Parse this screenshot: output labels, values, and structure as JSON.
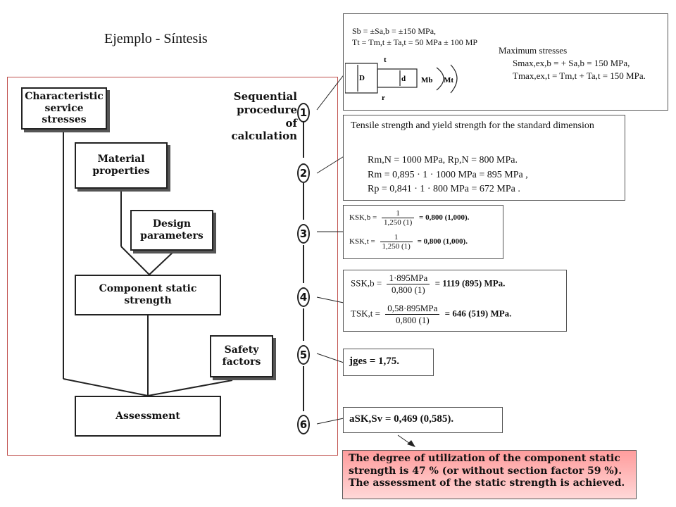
{
  "title": "Ejemplo - Síntesis",
  "flowchart": {
    "characteristic": "Characteristic service stresses",
    "material": "Material properties",
    "design": "Design parameters",
    "component": "Component static strength",
    "safety": "Safety factors",
    "assessment": "Assessment"
  },
  "sequence": {
    "title": "Sequential procedure of calculation",
    "steps": [
      "1",
      "2",
      "3",
      "4",
      "5",
      "6"
    ]
  },
  "panel1": {
    "line1": "Sb = ±Sa,b = ±150 MPa,",
    "line2": "Tt = Tm,t ± Ta,t = 50 MPa ± 100 MP",
    "heading": "Maximum stresses",
    "eq1": "Smax,ex,b = + Sa,b = 150 MPa,",
    "eq2": "Tmax,ex,t = Tm,t + Ta,t = 150 MPa.",
    "sketch": {
      "t": "t",
      "D": "D",
      "d": "d",
      "r": "r",
      "Mb": "Mb",
      "Mt": "Mt"
    }
  },
  "panel2": {
    "heading": "Tensile strength and yield strength for the standard dimension",
    "eq1": "Rm,N = 1000 MPa,  Rp,N = 800 MPa.",
    "eq2": "Rm = 0,895 · 1 · 1000 MPa = 895 MPa ,",
    "eq3": "Rp = 0,841 · 1 · 800 MPa = 672 MPa ."
  },
  "panel3": {
    "k1_lhs": "KSK,b =",
    "k1_num": "1",
    "k1_den": "1,250 (1)",
    "k1_rhs": "= 0,800  (1,000).",
    "k2_lhs": "KSK,t =",
    "k2_num": "1",
    "k2_den": "1,250 (1)",
    "k2_rhs": "= 0,800  (1,000)."
  },
  "panel4": {
    "s_lhs": "SSK,b =",
    "s_num": "1·895MPa",
    "s_den": "0,800 (1)",
    "s_rhs": "= 1119  (895) MPa.",
    "t_lhs": "TSK,t =",
    "t_num": "0,58·895MPa",
    "t_den": "0,800 (1)",
    "t_rhs": "= 646  (519) MPa."
  },
  "panel5": {
    "eq": "jges = 1,75."
  },
  "panel6": {
    "eq": "aSK,Sv = 0,469  (0,585)."
  },
  "conclusion": "The degree of utilization of the component static strength is 47 % (or without section factor 59 %). The assessment of the static strength is achieved."
}
